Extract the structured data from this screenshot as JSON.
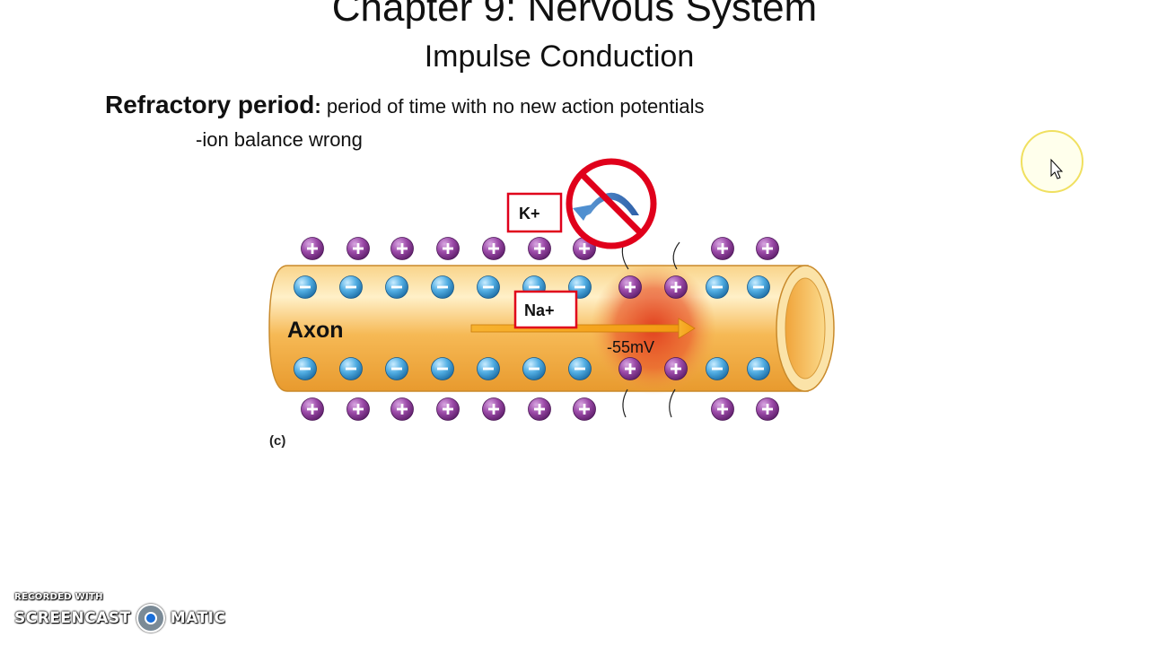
{
  "slide": {
    "title": "Chapter 9: Nervous System",
    "subtitle": "Impulse Conduction"
  },
  "definition": {
    "term": "Refractory period",
    "colon": ":",
    "text": " period of time with no new action potentials",
    "sub_bullet": "-ion balance wrong"
  },
  "diagram": {
    "axon_label": "Axon",
    "k_label": "K+",
    "na_label": "Na+",
    "voltage_label": "-55mV",
    "panel_label": "(c)",
    "no_symbol": "no-reverse-flow-icon",
    "colors": {
      "axon_body": "#f5b650",
      "depolarized_zone": "#e8542a",
      "positive_ion": "#8e3f9c",
      "negative_ion": "#4ea7dc",
      "prohibition": "#e0001b",
      "annotation_box": "#e0001b"
    },
    "outer_top": [
      "+",
      "+",
      "+",
      "+",
      "+",
      "+",
      "+",
      "+",
      "+"
    ],
    "inner_top": [
      "−",
      "−",
      "−",
      "−",
      "−",
      "−",
      "−",
      "+",
      "+",
      "−",
      "−"
    ],
    "inner_bottom": [
      "−",
      "−",
      "−",
      "−",
      "−",
      "−",
      "−",
      "+",
      "+",
      "−",
      "−"
    ],
    "outer_bottom": [
      "+",
      "+",
      "+",
      "+",
      "+",
      "+",
      "+",
      "+",
      "+"
    ]
  },
  "watermark": {
    "line1": "RECORDED WITH",
    "word1": "SCREENCAST",
    "word2": "MATIC"
  }
}
